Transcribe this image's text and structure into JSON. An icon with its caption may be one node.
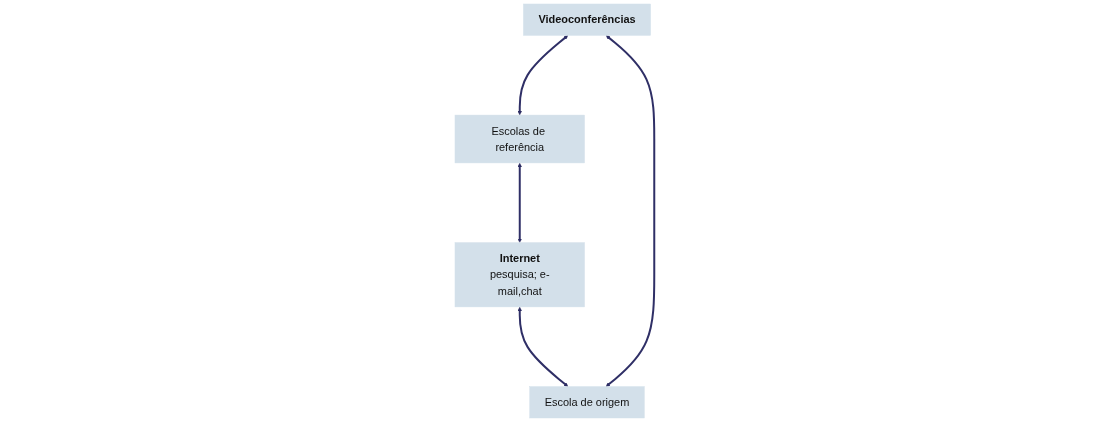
{
  "diagram": {
    "nodes": [
      {
        "text": [
          "Videoconferências"
        ]
      },
      {
        "text": [
          "Internet",
          "pesquisa; e-mail,chat"
        ]
      },
      {
        "text": [
          "Escolas de referência"
        ]
      },
      {
        "text": [
          "Escola de origem"
        ]
      }
    ],
    "edges": [
      {
        "from": 0,
        "to": 2,
        "arrow": "both"
      },
      {
        "from": 1,
        "to": 3,
        "arrow": "both"
      },
      {
        "from": 0,
        "to": 3,
        "arrow": "both"
      },
      {
        "from": 2,
        "to": 1,
        "arrow": "both"
      }
    ]
  }
}
